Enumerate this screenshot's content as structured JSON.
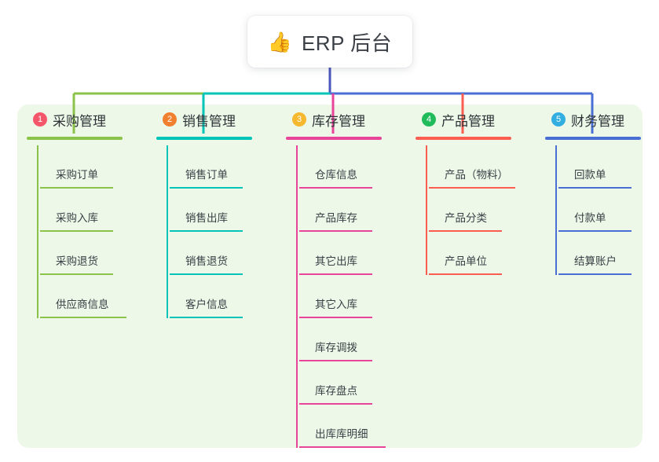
{
  "root": {
    "title": "ERP 后台",
    "emoji": "👍",
    "emoji_name": "thumbs-up-icon"
  },
  "theme": {
    "page_background": "#ffffff",
    "panel_background": "#eef8e9",
    "card_background": "#ffffff",
    "text_color": "#3a3f45",
    "root_stem_color": "#4a55bd"
  },
  "branches": [
    {
      "number": "1",
      "title": "采购管理",
      "badge_color": "#f4566a",
      "line_color": "#8bc34a",
      "bus_color": "#8bc34a",
      "items": [
        {
          "label": "采购订单"
        },
        {
          "label": "采购入库"
        },
        {
          "label": "采购退货"
        },
        {
          "label": "供应商信息"
        }
      ]
    },
    {
      "number": "2",
      "title": "销售管理",
      "badge_color": "#f0802f",
      "line_color": "#00c4b8",
      "bus_color": "#00c4b8",
      "items": [
        {
          "label": "销售订单"
        },
        {
          "label": "销售出库"
        },
        {
          "label": "销售退货"
        },
        {
          "label": "客户信息"
        }
      ]
    },
    {
      "number": "3",
      "title": "库存管理",
      "badge_color": "#f5b82e",
      "line_color": "#e8449a",
      "bus_color": "#e8449a",
      "items": [
        {
          "label": "仓库信息"
        },
        {
          "label": "产品库存"
        },
        {
          "label": "其它出库"
        },
        {
          "label": "其它入库"
        },
        {
          "label": "库存调拨"
        },
        {
          "label": "库存盘点"
        },
        {
          "label": "出库库明细"
        }
      ]
    },
    {
      "number": "4",
      "title": "产品管理",
      "badge_color": "#22bb5b",
      "line_color": "#fb5d50",
      "bus_color": "#fb5d50",
      "items": [
        {
          "label": "产品（物料）"
        },
        {
          "label": "产品分类"
        },
        {
          "label": "产品单位"
        }
      ]
    },
    {
      "number": "5",
      "title": "财务管理",
      "badge_color": "#33aee0",
      "line_color": "#4a6fd4",
      "bus_color": "#4a6fd4",
      "items": [
        {
          "label": "回款单"
        },
        {
          "label": "付款单"
        },
        {
          "label": "结算账户"
        }
      ]
    }
  ]
}
